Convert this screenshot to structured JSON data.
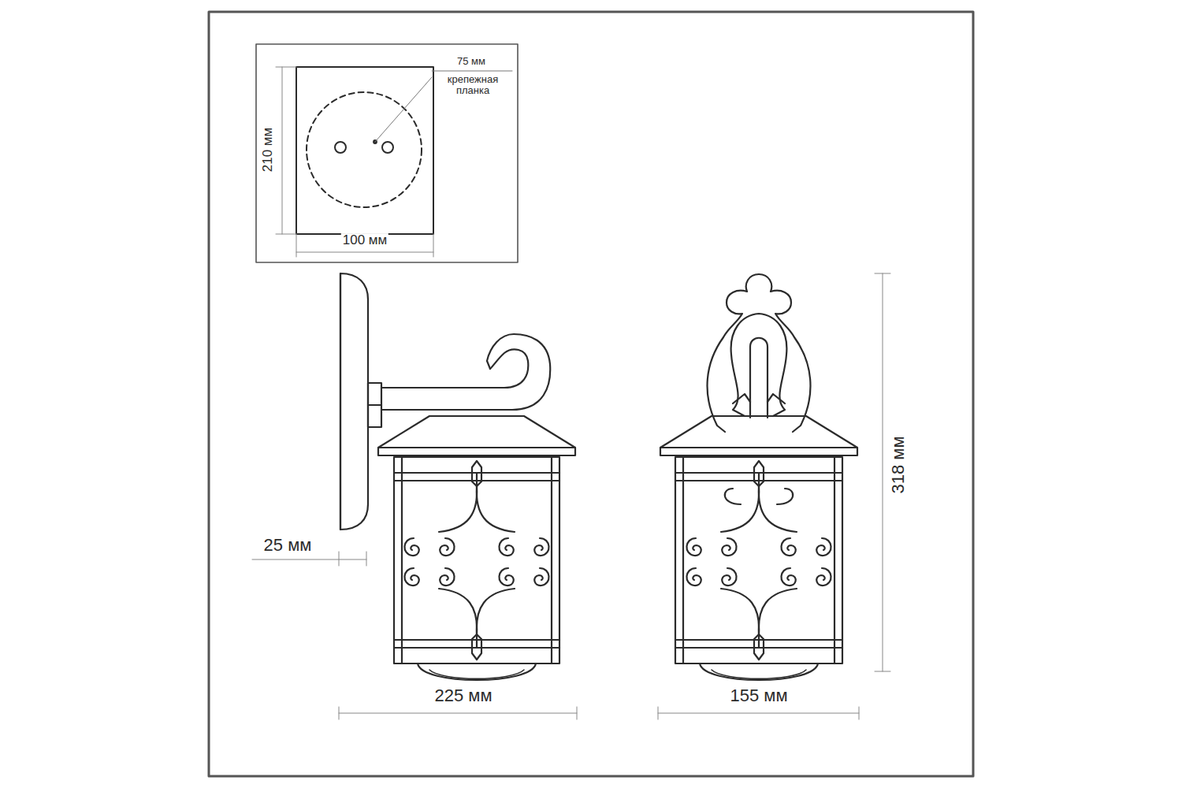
{
  "diagram": {
    "labels": [
      "75 мм",
      "крепежная планка",
      "210 мм",
      "100 мм",
      "25 мм",
      "225 мм",
      "155 мм",
      "318 мм"
    ]
  }
}
